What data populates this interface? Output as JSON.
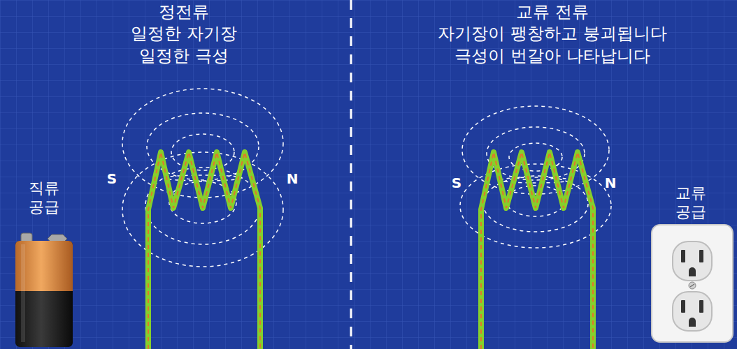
{
  "diagram": {
    "labels": [
      "정전류",
      "일정한 자기장",
      "일정한 극성",
      "교류 전류",
      "자기장이 팽창하고 붕괴됩니다",
      "극성이 번갈아 나타납니다",
      "S",
      "N",
      "S",
      "N",
      "직류 공급",
      "교류 공급"
    ]
  }
}
